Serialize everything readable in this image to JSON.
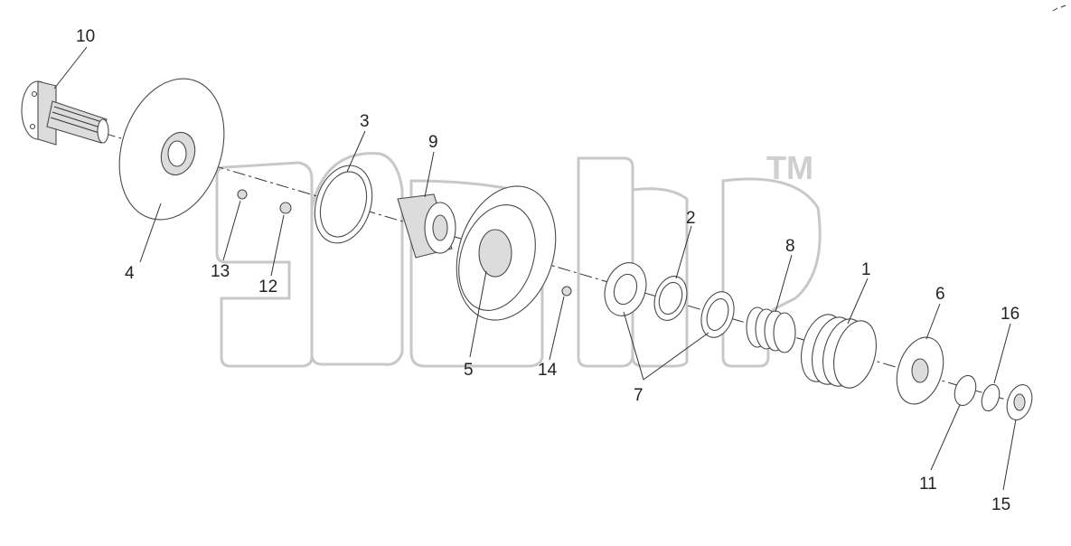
{
  "diagram": {
    "watermark_mark": "TM",
    "labels": [
      "10",
      "4",
      "3",
      "9",
      "13",
      "12",
      "5",
      "14",
      "2",
      "8",
      "1",
      "6",
      "16",
      "7",
      "11",
      "15"
    ]
  }
}
